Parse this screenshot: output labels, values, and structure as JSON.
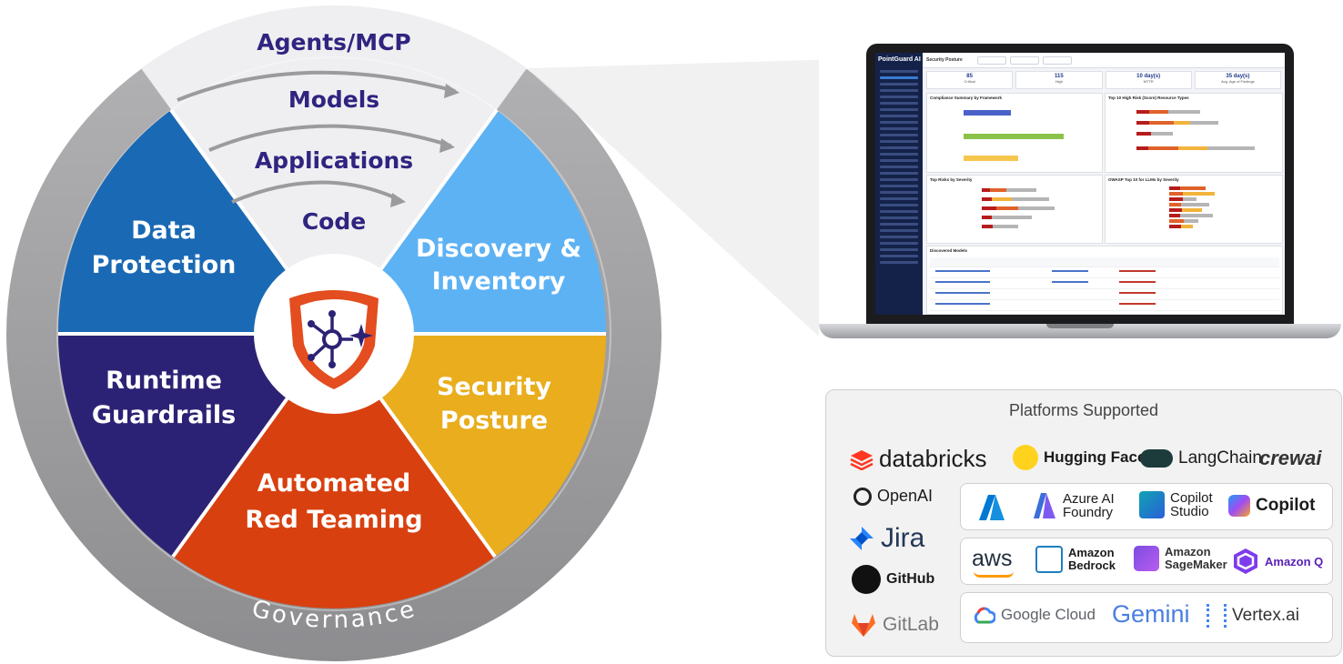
{
  "wheel": {
    "flow_items": [
      "Agents/MCP",
      "Models",
      "Applications",
      "Code"
    ],
    "segments": [
      {
        "label_lines": [
          "Discovery &",
          "Inventory"
        ],
        "color": "#5db2f4"
      },
      {
        "label_lines": [
          "Security",
          "Posture"
        ],
        "color": "#e9ad1d"
      },
      {
        "label_lines": [
          "Automated",
          "Red Teaming"
        ],
        "color": "#d8400f"
      },
      {
        "label_lines": [
          "Runtime",
          "Guardrails"
        ],
        "color": "#2c2275"
      },
      {
        "label_lines": [
          "Data",
          "Protection"
        ],
        "color": "#1a69b4"
      }
    ],
    "ring_label": "Governance",
    "colors": {
      "ring": "#999999",
      "flow_area": "#efeff1",
      "center": "#ffffff",
      "logo": "#e34d1f",
      "logo_dark": "#2c2275"
    }
  },
  "laptop": {
    "brand": "PointGuard AI",
    "top_tabs": [
      "Security Posture"
    ],
    "kpis": [
      {
        "value": "85",
        "label": "Critical"
      },
      {
        "value": "115",
        "label": "High"
      },
      {
        "value": "10 day(s)",
        "label": "MTTR"
      },
      {
        "value": "35 day(s)",
        "label": "Avg. Age of Findings"
      }
    ],
    "panels": [
      "Compliance Summary by Framework",
      "Top 10 High Risk (Score) Resource Types",
      "Top Risks by Severity",
      "OWASP Top 10 for LLMs by Severity",
      "Discovered Models"
    ]
  },
  "platforms": {
    "title": "Platforms Supported",
    "left_column": [
      "OpenAI",
      "Jira",
      "GitHub",
      "GitLab"
    ],
    "row1": [
      "databricks",
      "Hugging Face",
      "LangChain",
      "crewai"
    ],
    "azure_row": [
      "Azure AI",
      "Foundry",
      "Copilot",
      "Studio",
      "Copilot"
    ],
    "aws_row": [
      "aws",
      "Amazon",
      "Bedrock",
      "Amazon",
      "SageMaker",
      "Amazon Q"
    ],
    "google_row": [
      "Google Cloud",
      "Gemini",
      "Vertex.ai"
    ]
  }
}
